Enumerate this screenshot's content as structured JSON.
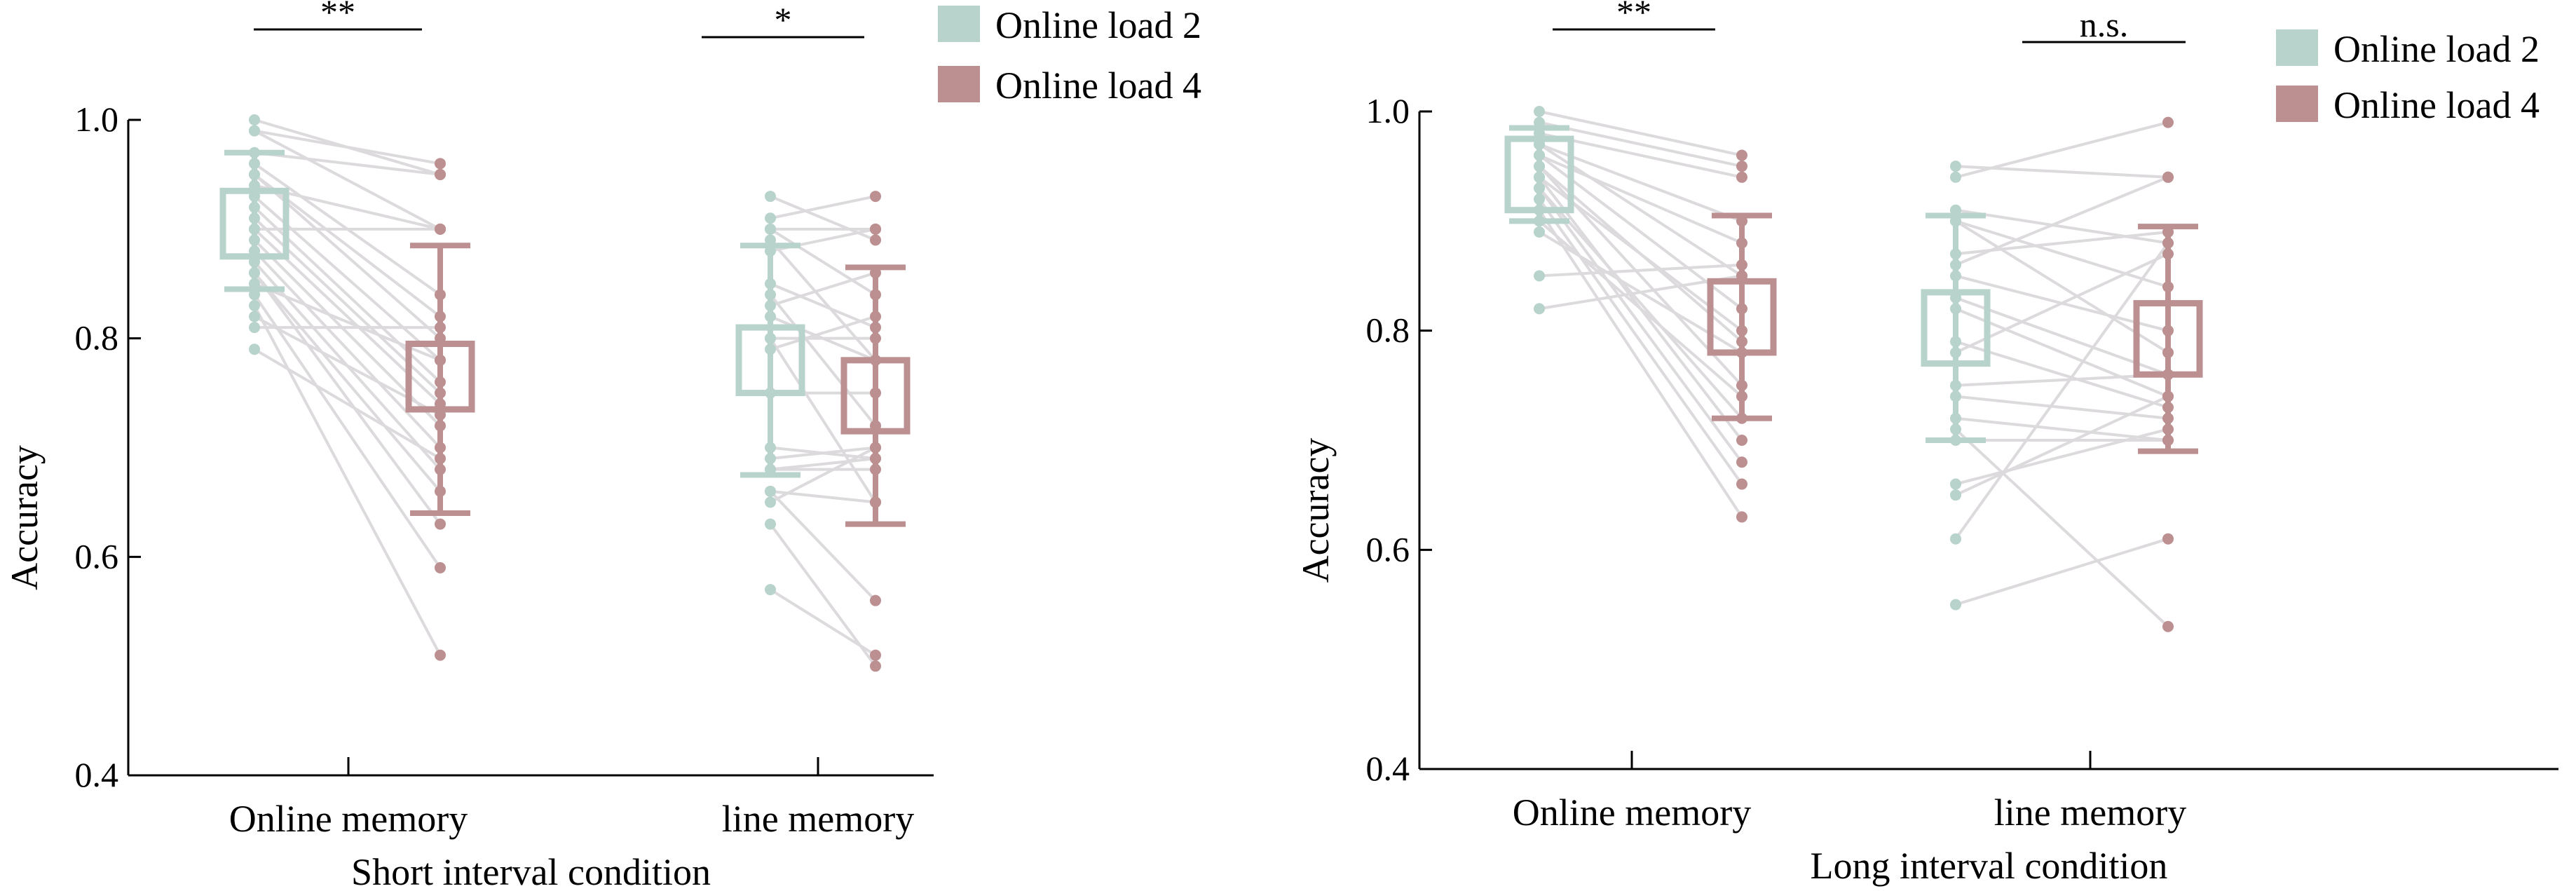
{
  "colors": {
    "load2": "#b7d3cb",
    "load4": "#bc8f91",
    "pair_line": "#dcdadc",
    "axis": "#000000"
  },
  "chart_data": [
    {
      "type": "box-paired-scatter",
      "title": "",
      "xlabel": "Short interval condition",
      "ylabel": "Accuracy",
      "ylim": [
        0.4,
        1.0
      ],
      "yticks": [
        "0.4",
        "0.6",
        "0.8",
        "1.0"
      ],
      "categories": [
        "Online memory",
        "line memory"
      ],
      "legend": {
        "position": "top-right",
        "entries": [
          "Online load 2",
          "Online load 4"
        ]
      },
      "significance": [
        "**",
        "*"
      ],
      "groups": [
        {
          "category": "Online memory",
          "load2": {
            "box": [
              0.875,
              0.935
            ],
            "whisker": [
              0.845,
              0.97
            ],
            "points": [
              1.0,
              0.99,
              0.99,
              0.97,
              0.96,
              0.95,
              0.95,
              0.94,
              0.93,
              0.92,
              0.91,
              0.9,
              0.9,
              0.89,
              0.88,
              0.87,
              0.86,
              0.86,
              0.85,
              0.84,
              0.83,
              0.82,
              0.81,
              0.79
            ]
          },
          "load4": {
            "box": [
              0.735,
              0.795
            ],
            "whisker": [
              0.64,
              0.885
            ],
            "points": [
              0.95,
              0.96,
              0.9,
              0.95,
              0.84,
              0.82,
              0.8,
              0.9,
              0.78,
              0.76,
              0.75,
              0.9,
              0.74,
              0.72,
              0.7,
              0.68,
              0.63,
              0.66,
              0.78,
              0.59,
              0.51,
              0.73,
              0.81,
              0.69
            ]
          }
        },
        {
          "category": "line memory",
          "load2": {
            "box": [
              0.75,
              0.81
            ],
            "whisker": [
              0.675,
              0.885
            ],
            "points": [
              0.93,
              0.91,
              0.9,
              0.9,
              0.89,
              0.88,
              0.85,
              0.84,
              0.83,
              0.82,
              0.8,
              0.8,
              0.79,
              0.75,
              0.7,
              0.69,
              0.68,
              0.68,
              0.66,
              0.65,
              0.63,
              0.57,
              0.66
            ]
          },
          "load4": {
            "box": [
              0.715,
              0.78
            ],
            "whisker": [
              0.63,
              0.865
            ],
            "points": [
              0.89,
              0.93,
              0.9,
              0.84,
              0.78,
              0.9,
              0.81,
              0.72,
              0.86,
              0.78,
              0.65,
              0.8,
              0.82,
              0.75,
              0.69,
              0.7,
              0.68,
              0.69,
              0.56,
              0.7,
              0.5,
              0.51,
              0.65
            ]
          }
        }
      ]
    },
    {
      "type": "box-paired-scatter",
      "title": "",
      "xlabel": "Long interval condition",
      "ylabel": "Accuracy",
      "ylim": [
        0.4,
        1.0
      ],
      "yticks": [
        "0.4",
        "0.6",
        "0.8",
        "1.0"
      ],
      "categories": [
        "Online memory",
        "line memory"
      ],
      "legend": {
        "position": "top-right",
        "entries": [
          "Online load 2",
          "Online load 4"
        ]
      },
      "significance": [
        "**",
        "n.s."
      ],
      "groups": [
        {
          "category": "Online memory",
          "load2": {
            "box": [
              0.91,
              0.975
            ],
            "whisker": [
              0.9,
              0.985
            ],
            "points": [
              1.0,
              0.99,
              0.98,
              0.97,
              0.97,
              0.96,
              0.96,
              0.95,
              0.95,
              0.94,
              0.94,
              0.93,
              0.93,
              0.92,
              0.91,
              0.9,
              0.89,
              0.85,
              0.82
            ]
          },
          "load4": {
            "box": [
              0.78,
              0.845
            ],
            "whisker": [
              0.72,
              0.905
            ],
            "points": [
              0.96,
              0.95,
              0.94,
              0.9,
              0.85,
              0.88,
              0.82,
              0.79,
              0.75,
              0.8,
              0.7,
              0.72,
              0.68,
              0.66,
              0.63,
              0.74,
              0.78,
              0.86,
              0.85
            ]
          }
        },
        {
          "category": "line memory",
          "load2": {
            "box": [
              0.77,
              0.835
            ],
            "whisker": [
              0.7,
              0.905
            ],
            "points": [
              0.95,
              0.94,
              0.91,
              0.9,
              0.9,
              0.87,
              0.86,
              0.85,
              0.83,
              0.82,
              0.79,
              0.78,
              0.75,
              0.74,
              0.72,
              0.71,
              0.66,
              0.65,
              0.61,
              0.55,
              0.7
            ]
          },
          "load4": {
            "box": [
              0.76,
              0.825
            ],
            "whisker": [
              0.69,
              0.895
            ],
            "points": [
              0.94,
              0.99,
              0.88,
              0.84,
              0.78,
              0.89,
              0.94,
              0.8,
              0.76,
              0.74,
              0.73,
              0.87,
              0.76,
              0.72,
              0.7,
              0.53,
              0.71,
              0.74,
              0.88,
              0.61,
              0.7
            ]
          }
        }
      ]
    }
  ]
}
